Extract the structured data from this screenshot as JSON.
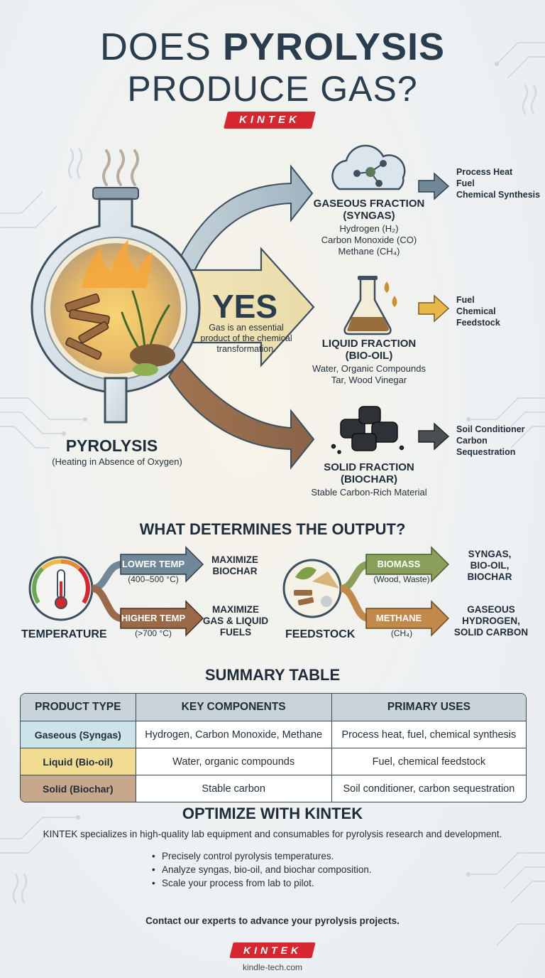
{
  "header": {
    "title_prefix": "DOES ",
    "title_bold": "PYROLYSIS",
    "title_line2": "PRODUCE GAS?",
    "brand": "KINTEK"
  },
  "diagram": {
    "reactor_label": "PYROLYSIS",
    "reactor_sub": "(Heating in Absence of Oxygen)",
    "answer": "YES",
    "answer_sub": "Gas is an essential product of the chemical transformation.",
    "fractions": [
      {
        "title_1": "GASEOUS FRACTION",
        "title_2": "(SYNGAS)",
        "lines": [
          "Hydrogen (H₂)",
          "Carbon Monoxide (CO)",
          "Methane (CH₄)"
        ],
        "uses": [
          "Process Heat",
          "Fuel",
          "Chemical Synthesis"
        ],
        "color": "#6f8797"
      },
      {
        "title_1": "LIQUID FRACTION",
        "title_2": "(BIO-OIL)",
        "lines": [
          "Water, Organic Compounds",
          "Tar, Wood Vinegar"
        ],
        "uses": [
          "Fuel",
          "Chemical",
          "Feedstock"
        ],
        "color": "#e8b84a"
      },
      {
        "title_1": "SOLID FRACTION",
        "title_2": "(BIOCHAR)",
        "lines": [
          "Stable Carbon-Rich Material"
        ],
        "uses": [
          "Soil Conditioner",
          "Carbon",
          "Sequestration"
        ],
        "color": "#4a4f54"
      }
    ]
  },
  "determines": {
    "heading": "WHAT DETERMINES THE OUTPUT?",
    "temperature": {
      "label": "TEMPERATURE",
      "branches": [
        {
          "label": "LOWER TEMP",
          "sub": "(400–500 °C)",
          "out_1": "MAXIMIZE",
          "out_2": "BIOCHAR",
          "color": "#6f8797"
        },
        {
          "label": "HIGHER TEMP",
          "sub": "(>700 °C)",
          "out_1": "MAXIMIZE",
          "out_2": "GAS & LIQUID",
          "out_3": "FUELS",
          "color": "#9a6a48"
        }
      ]
    },
    "feedstock": {
      "label": "FEEDSTOCK",
      "branches": [
        {
          "label": "BIOMASS",
          "sub": "(Wood, Waste)",
          "out_1": "SYNGAS,",
          "out_2": "BIO-OIL,",
          "out_3": "BIOCHAR",
          "color": "#8aa05a"
        },
        {
          "label": "METHANE",
          "sub": "(CH₄)",
          "out_1": "GASEOUS",
          "out_2": "HYDROGEN,",
          "out_3": "SOLID CARBON",
          "color": "#c28a4a"
        }
      ]
    }
  },
  "summary": {
    "heading": "SUMMARY TABLE",
    "columns": [
      "PRODUCT TYPE",
      "KEY COMPONENTS",
      "PRIMARY USES"
    ],
    "rows": [
      {
        "type": "Gaseous (Syngas)",
        "components": "Hydrogen, Carbon Monoxide, Methane",
        "uses": "Process heat, fuel, chemical synthesis",
        "color": "#cde3ea"
      },
      {
        "type": "Liquid (Bio-oil)",
        "components": "Water, organic compounds",
        "uses": "Fuel, chemical feedstock",
        "color": "#f1dc92"
      },
      {
        "type": "Solid (Biochar)",
        "components": "Stable carbon",
        "uses": "Soil conditioner, carbon sequestration",
        "color": "#c7a88a"
      }
    ]
  },
  "optimize": {
    "heading": "OPTIMIZE WITH KINTEK",
    "paragraph": "KINTEK specializes in high-quality lab equipment and consumables for pyrolysis research and development.",
    "bullets": [
      "Precisely control pyrolysis temperatures.",
      "Analyze syngas, bio-oil, and biochar composition.",
      "Scale your process from lab to pilot."
    ],
    "contact": "Contact our experts to advance your pyrolysis projects.",
    "brand": "KINTEK",
    "website": "kindle-tech.com"
  }
}
